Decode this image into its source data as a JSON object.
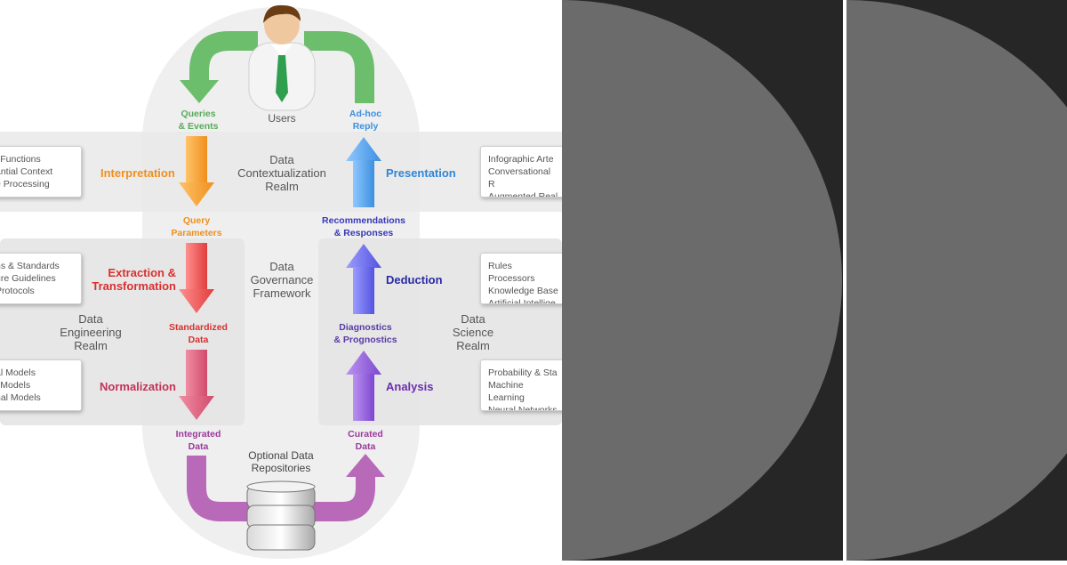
{
  "diagram": {
    "users": "Users",
    "queries_events": "Queries\n& Events",
    "adhoc_reply": "Ad-hoc\nReply",
    "interpretation": "Interpretation",
    "presentation": "Presentation",
    "contextualization_realm": "Data\nContextualization\nRealm",
    "query_parameters": "Query\nParameters",
    "recommendations": "Recommendations\n& Responses",
    "extraction": "Extraction &\nTransformation",
    "deduction": "Deduction",
    "governance": "Data\nGovernance\nFramework",
    "standardized": "Standardized\nData",
    "diagnostics": "Diagnostics\n& Prognostics",
    "engineering_realm": "Data\nEngineering\nRealm",
    "science_realm": "Data\nScience\nRealm",
    "normalization": "Normalization",
    "analysis": "Analysis",
    "integrated": "Integrated\nData",
    "curated": "Curated\nData",
    "repositories": "Optional Data\nRepositories",
    "box_left_1": "l Functions\nantial Context\ne Processing",
    "box_left_2": "ns & Standards\nure Guidelines\nProtocols",
    "box_left_3": "al Models\nl Models\nnal Models",
    "box_right_1": "Infographic Arte\nConversational R\nAugmented Real",
    "box_right_2": "Rules Processors\nKnowledge Base\nArtificial Intellige",
    "box_right_3": "Probability & Sta\nMachine Learning\nNeural Networks"
  },
  "colors": {
    "green": "#6cbd6c",
    "orange": "#f5a53a",
    "blue_light": "#5aa9f0",
    "red": "#ef5a5a",
    "blue_violet": "#6f6ff2",
    "pink": "#e0607e",
    "purple": "#9a6adf",
    "magenta": "#b86ab8",
    "panel": "#262626",
    "disc": "#6b6b6b"
  },
  "icons": {
    "user": "person-icon",
    "database": "database-icon"
  }
}
